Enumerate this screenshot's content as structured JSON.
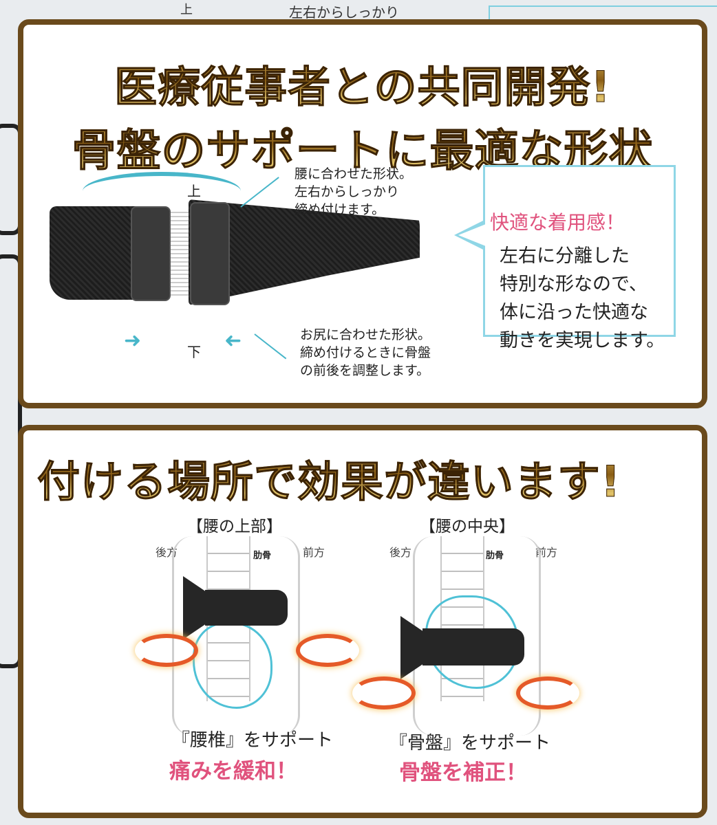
{
  "background_peek": {
    "top_up_label": "上",
    "top_note": "左右からしっかり"
  },
  "panel1": {
    "headline_line1": "医療従事者との共同開発!",
    "headline_line2": "骨盤のサポートに最適な形状",
    "label_up": "上",
    "label_down": "下",
    "note_top_lines": [
      "腰に合わせた形状。",
      "左右からしっかり",
      "締め付けます。"
    ],
    "note_bottom_lines": [
      "お尻に合わせた形状。",
      "締め付けるときに骨盤",
      "の前後を調整します。"
    ],
    "callout_title": "快適な着用感！",
    "callout_lines": [
      "左右に分離した",
      "特別な形なので、",
      "体に沿った快適な",
      "動きを実現します。"
    ]
  },
  "panel2": {
    "headline": "付ける場所で効果が違います!",
    "left": {
      "title": "【腰の上部】",
      "back": "後方",
      "rib": "肋骨",
      "front": "前方",
      "caption": "『腰椎』をサポート",
      "effect": "痛みを緩和！"
    },
    "right": {
      "title": "【腰の中央】",
      "back": "後方",
      "rib": "肋骨",
      "front": "前方",
      "caption": "『骨盤』をサポート",
      "effect": "骨盤を補正！"
    }
  },
  "colors": {
    "frame": "#6a4a1c",
    "accent_cyan": "#48b6c9",
    "accent_pink": "#e0527d",
    "arrow_orange": "#e55a28"
  }
}
